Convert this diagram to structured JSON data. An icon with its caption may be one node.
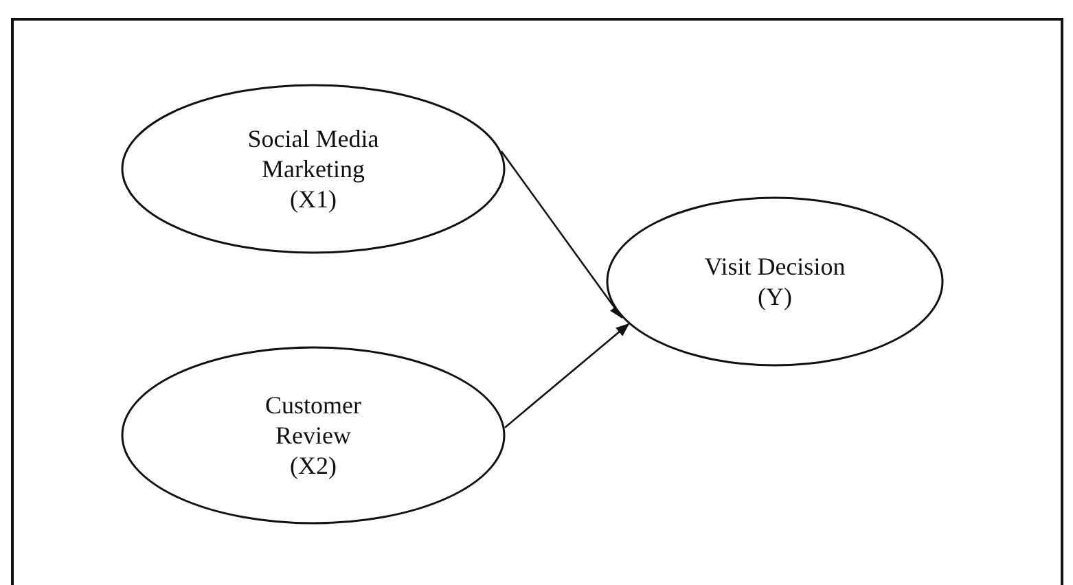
{
  "diagram": {
    "nodes": [
      {
        "text": [
          "Social Media Marketing",
          "(X1)"
        ]
      },
      {
        "text": [
          "Visit Decision",
          "(Y)"
        ]
      },
      {
        "text": [
          "Customer Review",
          "(X2)"
        ]
      }
    ],
    "edges": [
      {
        "from": 0,
        "to": 1,
        "arrow": "to"
      },
      {
        "from": 2,
        "to": 1,
        "arrow": "to"
      }
    ]
  }
}
